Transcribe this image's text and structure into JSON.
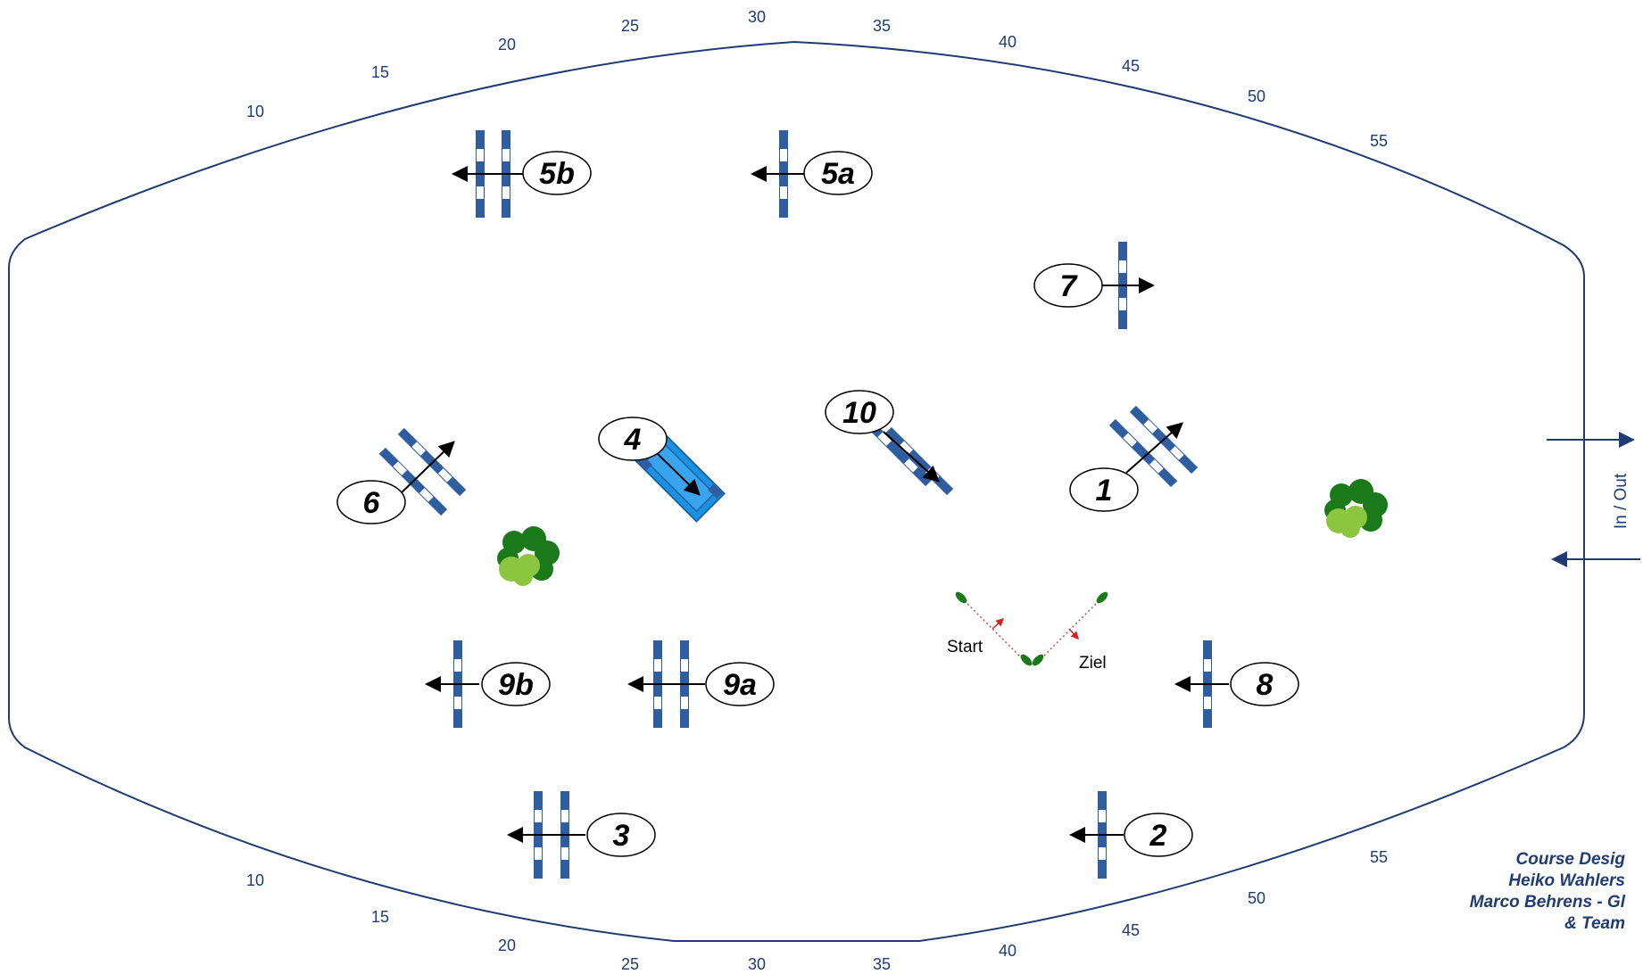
{
  "scale_top": [
    "10",
    "15",
    "20",
    "25",
    "30",
    "35",
    "40",
    "45",
    "50",
    "55"
  ],
  "scale_bottom": [
    "10",
    "15",
    "20",
    "25",
    "30",
    "35",
    "40",
    "45",
    "50",
    "55"
  ],
  "obstacles": [
    {
      "label": "5b"
    },
    {
      "label": "5a"
    },
    {
      "label": "7"
    },
    {
      "label": "10"
    },
    {
      "label": "4"
    },
    {
      "label": "6"
    },
    {
      "label": "1"
    },
    {
      "label": "9b"
    },
    {
      "label": "9a"
    },
    {
      "label": "8"
    },
    {
      "label": "3"
    },
    {
      "label": "2"
    }
  ],
  "start_label": "Start",
  "finish_label": "Ziel",
  "gate_label": "In / Out",
  "credits": {
    "line1": "Course Desig",
    "line2": "Heiko Wahlers",
    "line3": "Marco Behrens - Gl",
    "line4": "& Team"
  },
  "colors": {
    "arena_line": "#1f3b73",
    "pole": "#2f5ea0",
    "water": "#1e90e0",
    "bush_dark": "#1a7a1a",
    "bush_light": "#8cc63f",
    "timer_dot": "#d62020"
  }
}
